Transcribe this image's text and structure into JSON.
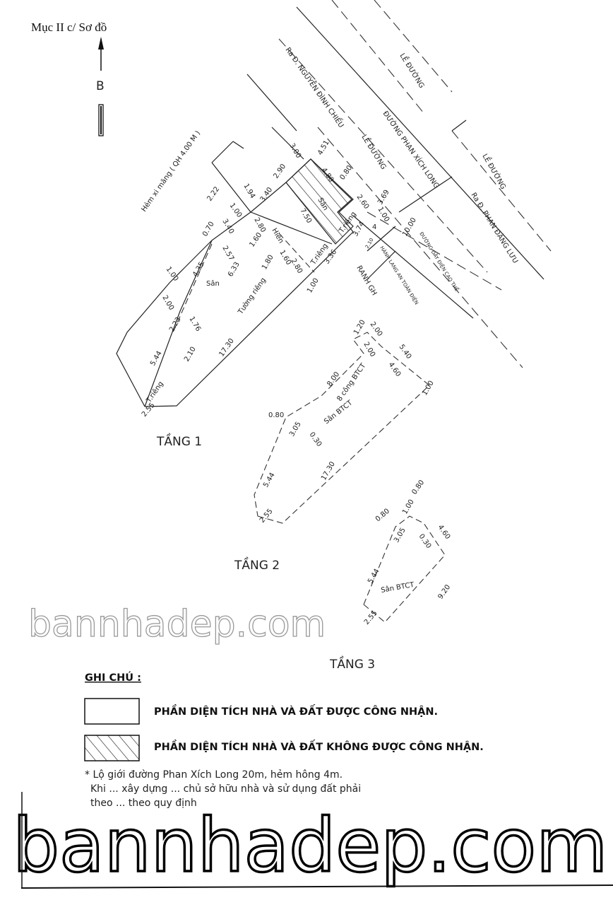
{
  "header": {
    "title": "Mục II c/ Sơ đồ",
    "north": "B"
  },
  "roads": {
    "le_duong_1": "LỀ ĐƯỜNG",
    "ra_nguyen_dinh_chieu": "Ra Đ. NGUYỄN ĐÌNH CHIỂU",
    "phan_xich_long": "ĐƯỜNG PHAN XÍCH LONG",
    "le_duong_2": "LỀ ĐƯỜNG",
    "ra_phan_dang_luu": "Ra Đ. PHAN ĐĂNG LƯU",
    "le_duong_3": "LỀ ĐƯỜNG",
    "hem": "Hẻm xi măng ( QH 4.00 M )",
    "duong_day": "ĐƯỜNG DÂY ĐIỆN CAO THẾ",
    "hanh_lang": "HÀNH LANG AN TOÀN ĐIỆN",
    "ranh": "RANH GH"
  },
  "floor1": {
    "title": "TẦNG 1",
    "labels": [
      "3.00",
      "4.51",
      "2.90",
      "4.80",
      "0.80",
      "1.94",
      "3.40",
      "2.22",
      "1.00",
      "2.60",
      "3.69",
      "1.00",
      "Sân",
      "7.50",
      "0.70",
      "3.40",
      "2.80",
      "T.riêng",
      "3.74",
      "4",
      "2.10",
      "10.00",
      "1.60",
      "Hiên",
      "1.80",
      "1.60",
      "2.57",
      "2.80",
      "T.riêng",
      "3.36",
      "Sân",
      "6.33",
      "4.35",
      "1.00",
      "1.00",
      "2.00",
      "Tường riêng",
      "2.23",
      "1.76",
      "2.10",
      "17.30",
      "5.44",
      "T.riêng",
      "2.55"
    ]
  },
  "floor2": {
    "title": "TẦNG 2",
    "labels": [
      "1.20",
      "2.00",
      "2.00",
      "5.40",
      "4.60",
      "1.00",
      "8.00",
      "8 công BTCT",
      "0.80",
      "Sân BTCT",
      "3.05",
      "0.30",
      "17.30",
      "5.44",
      "2.55"
    ]
  },
  "floor3": {
    "title": "TẦNG 3",
    "labels": [
      "0.80",
      "1.00",
      "0.80",
      "4.60",
      "3.05",
      "0.30",
      "5.44",
      "Sân BTCT",
      "9.20",
      "2.55"
    ]
  },
  "legend": {
    "title": "GHI CHÚ :",
    "recognized": "PHẦN DIỆN TÍCH NHÀ VÀ ĐẤT ĐƯỢC CÔNG NHẬN.",
    "not_recognized": "PHẦN DIỆN TÍCH NHÀ VÀ ĐẤT  KHÔNG ĐƯỢC CÔNG NHẬN."
  },
  "notes": {
    "line1": "* Lộ giới đường Phan Xích Long 20m, hẻm hông 4m.",
    "line2": "Khi ... xây dựng ... chủ sở hữu nhà và sử dụng đất phải",
    "line3": "theo ... theo quy định"
  },
  "watermark": {
    "text_center": "bannhadep.com",
    "text_bottom": "bannhadep.com"
  }
}
